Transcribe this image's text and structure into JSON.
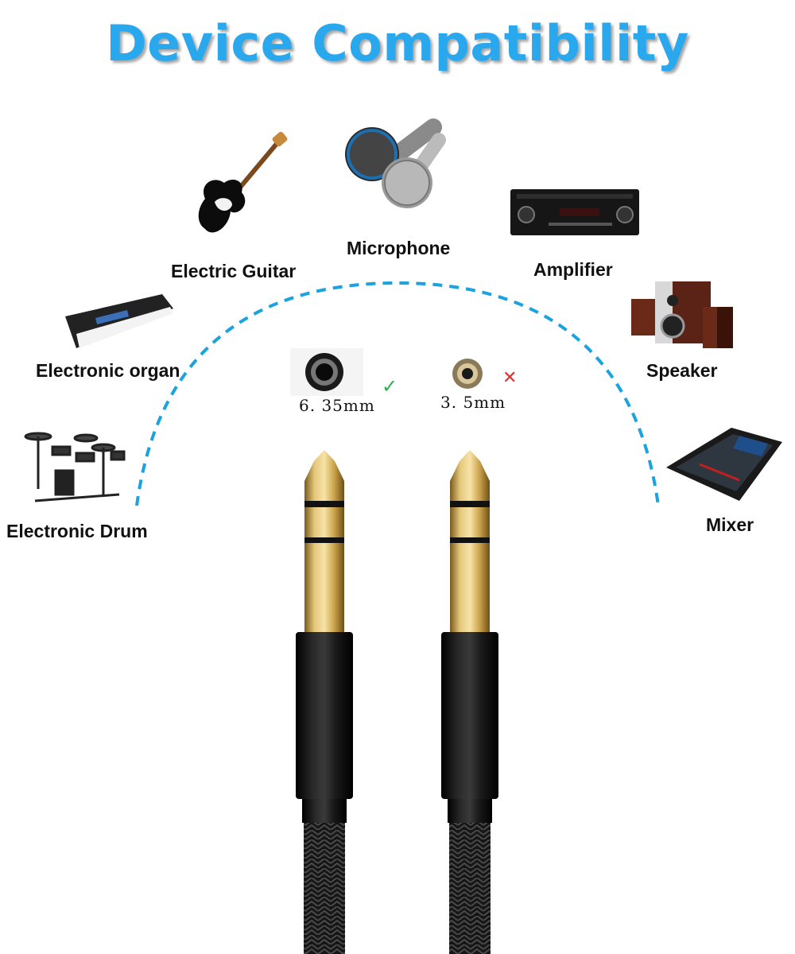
{
  "title": "Device Compatibility",
  "devices": {
    "electric_guitar": "Electric Guitar",
    "microphone": "Microphone",
    "amplifier": "Amplifier",
    "electronic_organ": "Electronic organ",
    "speaker": "Speaker",
    "electronic_drum": "Electronic Drum",
    "mixer": "Mixer"
  },
  "jacks": {
    "large": {
      "label": "6. 35mm",
      "status": "✓"
    },
    "small": {
      "label": "3. 5mm",
      "status": "✕"
    }
  },
  "colors": {
    "title": "#2aa8ee",
    "arc": "#1aa3e0",
    "check": "#2bb24a",
    "cross": "#e03030",
    "gold": "#c9a24a",
    "sleeve": "#111111"
  }
}
